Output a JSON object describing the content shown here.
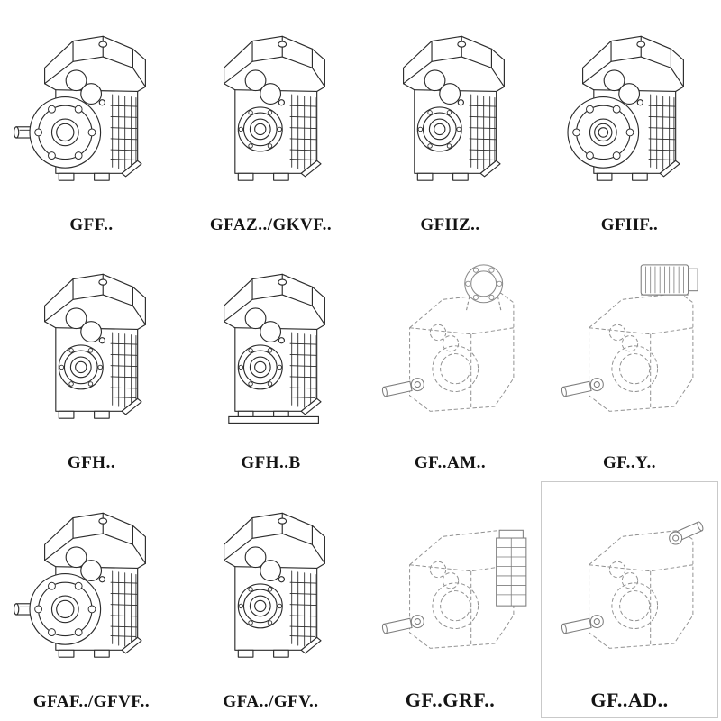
{
  "page": {
    "background": "#ffffff",
    "description": "Catalog grid of parallel shaft helical gear reducer variants, technical line drawings"
  },
  "colors": {
    "solid_line": "#2b2b2b",
    "dashed_line": "#8f8f8f",
    "attachment_line": "#7d7d7d",
    "label_color": "#141414",
    "box_border": "#c9c9c9"
  },
  "cells": [
    {
      "label": "GFF..",
      "variant": "flange-shaft"
    },
    {
      "label": "GFAZ../GKVF..",
      "variant": "hollow"
    },
    {
      "label": "GFHZ..",
      "variant": "hollow"
    },
    {
      "label": "GFHF..",
      "variant": "flange-hollow"
    },
    {
      "label": "GFH..",
      "variant": "hollow"
    },
    {
      "label": "GFH..B",
      "variant": "hollow-foot"
    },
    {
      "label": "GF..AM..",
      "variant": "dashed-flange"
    },
    {
      "label": "GF..Y..",
      "variant": "dashed-motor"
    },
    {
      "label": "GFAF../GFVF..",
      "variant": "flange-shaft"
    },
    {
      "label": "GFA../GFV..",
      "variant": "hollow"
    },
    {
      "label": "GF..GRF..",
      "variant": "dashed-block"
    },
    {
      "label": "GF..AD..",
      "variant": "dashed-shaft"
    }
  ]
}
